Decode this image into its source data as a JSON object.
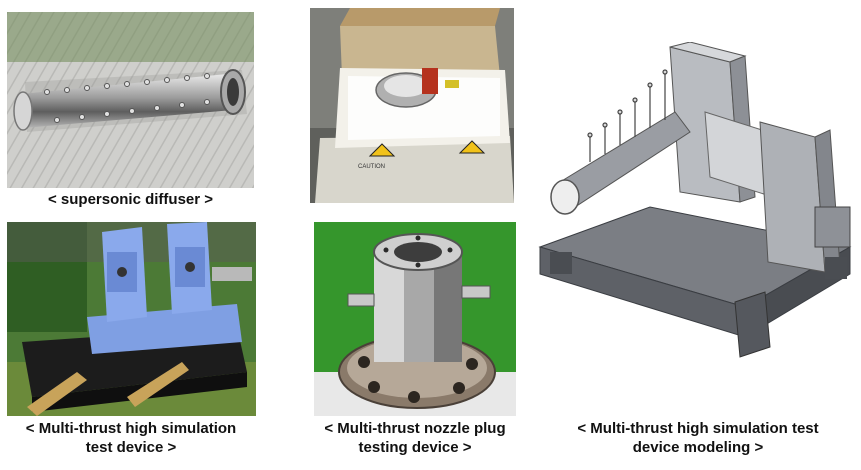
{
  "figures": [
    {
      "id": "supersonic-diffuser",
      "caption": "< supersonic diffuser >"
    },
    {
      "id": "nozzle-plug-box",
      "caption": ""
    },
    {
      "id": "multi-thrust-test-device",
      "caption_line1": "< Multi-thrust high simulation",
      "caption_line2": "test device >"
    },
    {
      "id": "nozzle-plug-testing-device",
      "caption_line1": "< Multi-thrust nozzle plug",
      "caption_line2": "testing device >"
    },
    {
      "id": "device-modeling",
      "caption_line1": "< Multi-thrust high simulation test",
      "caption_line2": "device modeling >"
    }
  ],
  "box_label": "CAUTION"
}
